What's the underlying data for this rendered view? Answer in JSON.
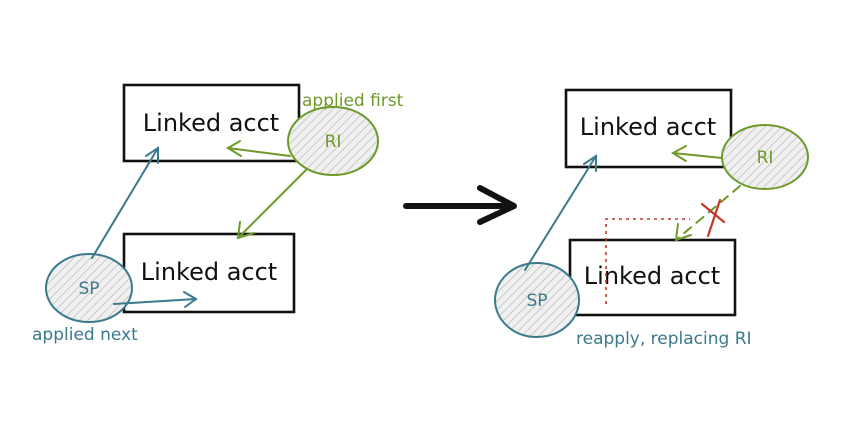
{
  "left": {
    "account_top": "Linked acct",
    "account_bottom": "Linked acct",
    "ri_label": "RI",
    "sp_label": "SP",
    "note_first": "applied first",
    "note_next": "applied next"
  },
  "right": {
    "account_top": "Linked acct",
    "account_bottom": "Linked acct",
    "ri_label": "RI",
    "sp_label": "SP",
    "note_reapply": "reapply, replacing RI"
  },
  "colors": {
    "green": "#6e9a2a",
    "teal": "#3b7a8c",
    "red": "#c0392b",
    "ink": "#111111"
  },
  "icons": {
    "transition": "big-right-arrow",
    "cancel": "x-mark-icon"
  }
}
